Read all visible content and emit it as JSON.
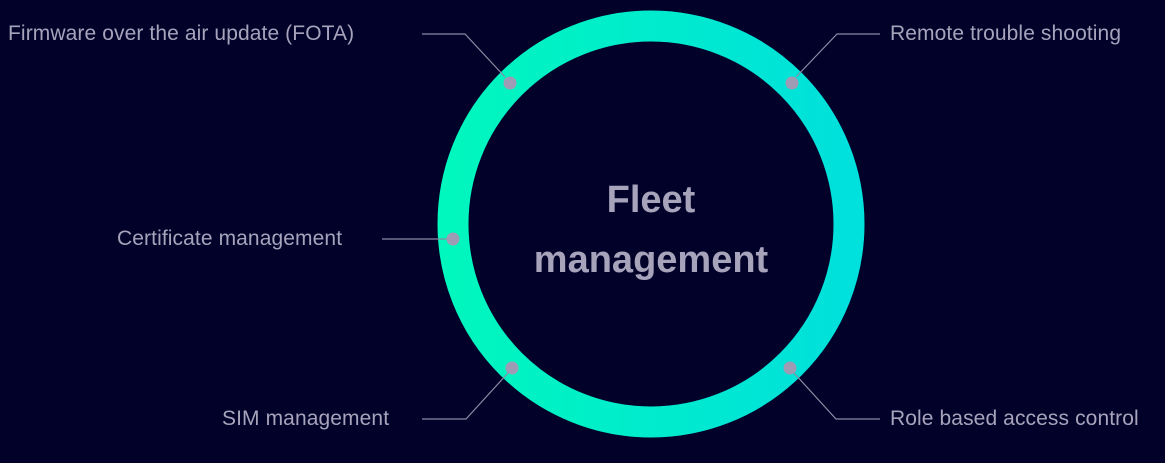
{
  "diagram": {
    "center_title_line1": "Fleet",
    "center_title_line2": "management",
    "features": {
      "top_left": "Firmware over the air update (FOTA)",
      "mid_left": "Certificate management",
      "bottom_left": "SIM management",
      "top_right": "Remote trouble shooting",
      "bottom_right": "Role based access control"
    }
  },
  "colors": {
    "background": "#01012a",
    "ring_gradient_start": "#00f7bd",
    "ring_gradient_end": "#00e0dc",
    "text": "#a6a3bb",
    "dot": "#9e9cb4",
    "connector_line": "#8c8aa3"
  }
}
